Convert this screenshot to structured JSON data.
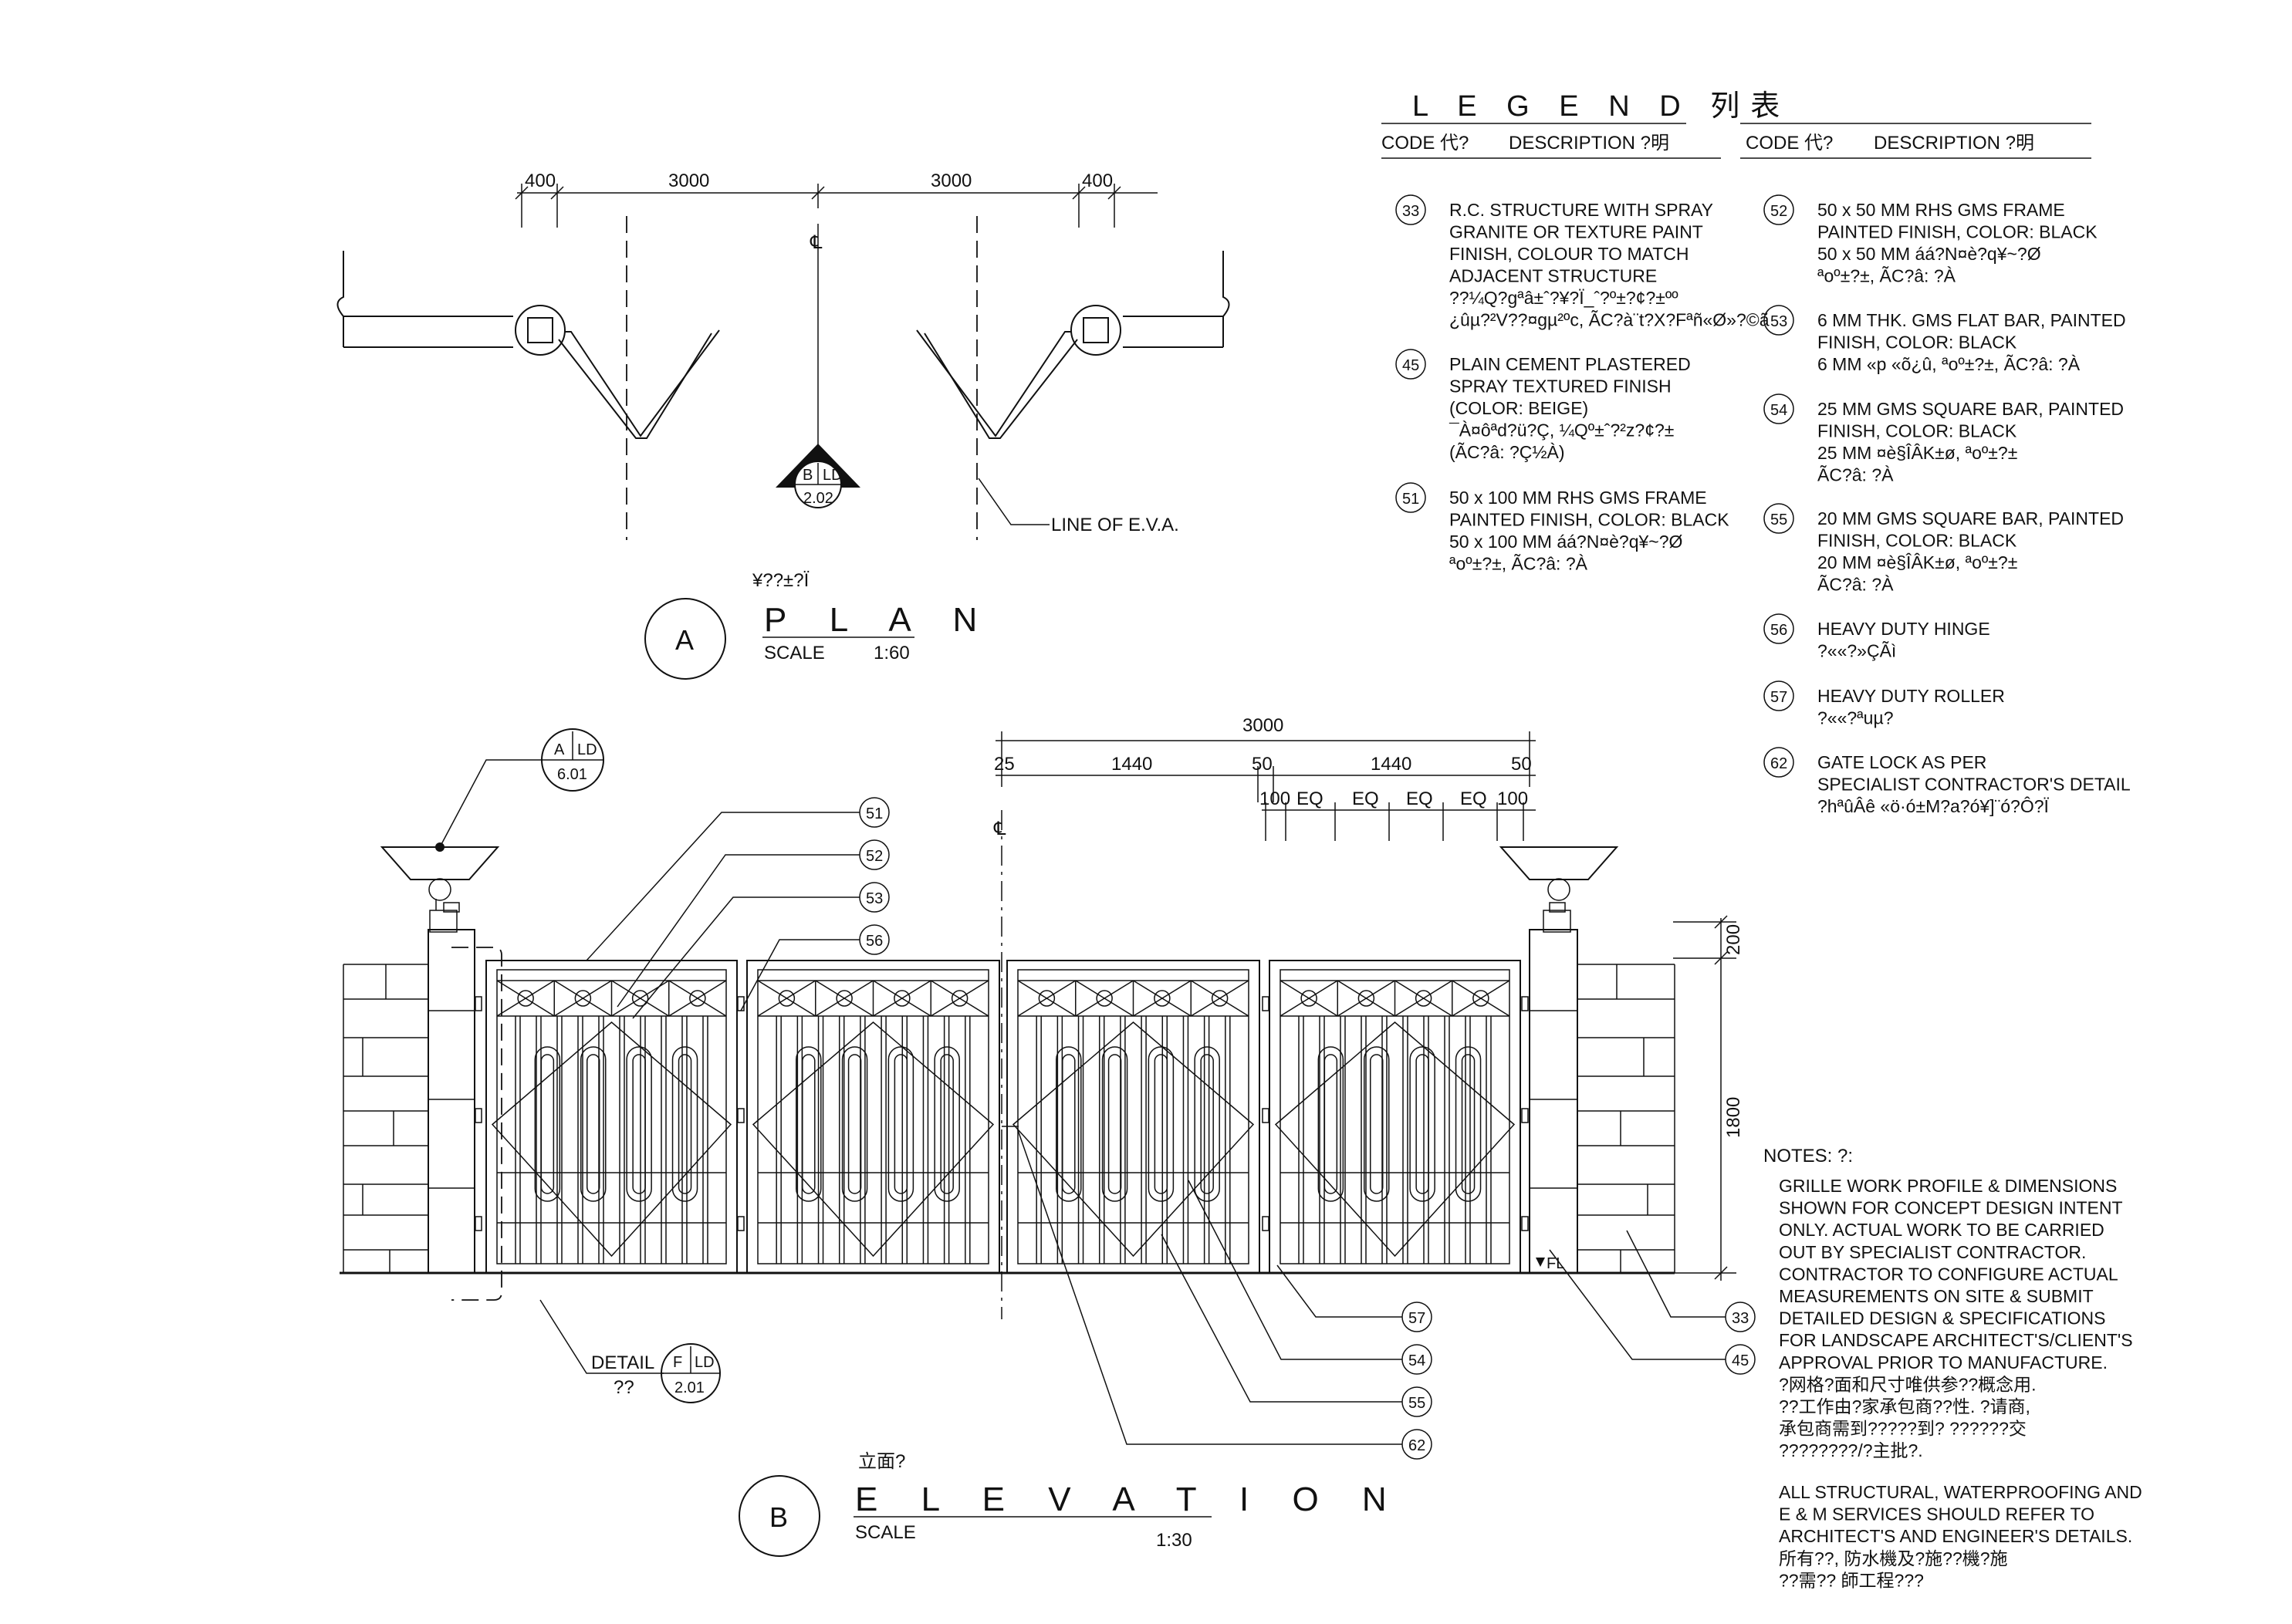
{
  "legend": {
    "title": "L E G E N D  列表",
    "headers": [
      {
        "code": "CODE 代?",
        "description": "DESCRIPTION  ?明"
      },
      {
        "code": "CODE 代?",
        "description": "DESCRIPTION  ?明"
      }
    ],
    "items": [
      {
        "code": "33",
        "lines": [
          "R.C. STRUCTURE WITH SPRAY",
          "GRANITE OR TEXTURE PAINT",
          "FINISH, COLOUR TO MATCH",
          "ADJACENT STRUCTURE",
          "??¼Q?gªâ±ˆ?¥?Ï_ˆ?º±?¢?±ºº",
          "¿ûµ?²V??¤gµ²ºc, ÃC?à¨t?X?Fªñ«Ø»?©ã"
        ]
      },
      {
        "code": "45",
        "lines": [
          "PLAIN CEMENT PLASTERED",
          "SPRAY TEXTURED FINISH",
          "(COLOR: BEIGE)",
          "¯À¤ôªd?ü?Ç, ¼Qº±ˆ?²z?¢?±",
          "(ÃC?â: ?Ç½À)"
        ]
      },
      {
        "code": "51",
        "lines": [
          "50 x 100 MM RHS GMS FRAME",
          "PAINTED FINISH, COLOR: BLACK",
          "50 x 100 MM  áá?N¤è?q¥~?Ø",
          "ªoº±?±, ÃC?â: ?À"
        ]
      },
      {
        "code": "52",
        "lines": [
          "50 x 50 MM RHS GMS FRAME",
          "PAINTED FINISH, COLOR: BLACK",
          "50 x 50 MM  áá?N¤è?q¥~?Ø",
          "ªoº±?±, ÃC?â: ?À"
        ]
      },
      {
        "code": "53",
        "lines": [
          "6 MM THK. GMS  FLAT BAR, PAINTED",
          "FINISH, COLOR: BLACK",
          "6 MM «p «õ¿û, ªoº±?±, ÃC?â: ?À"
        ]
      },
      {
        "code": "54",
        "lines": [
          "25 MM GMS SQUARE BAR, PAINTED",
          "FINISH, COLOR: BLACK",
          "25 MM ¤è§ÎÂK±ø, ªoº±?±",
          "ÃC?â: ?À"
        ]
      },
      {
        "code": "55",
        "lines": [
          "20 MM GMS SQUARE BAR, PAINTED",
          "FINISH, COLOR: BLACK",
          "20 MM ¤è§ÎÂK±ø, ªoº±?±",
          "ÃC?â: ?À"
        ]
      },
      {
        "code": "56",
        "lines": [
          "HEAVY DUTY HINGE",
          "?««?»ÇÃì"
        ]
      },
      {
        "code": "57",
        "lines": [
          "HEAVY DUTY ROLLER",
          "?««?ªuµ?"
        ]
      },
      {
        "code": "62",
        "lines": [
          "GATE LOCK AS PER",
          "SPECIALIST CONTRACTOR'S DETAIL",
          "?hªûÂê «ö·ó±M?a?ó¥]¨ó?Ô?Ï"
        ]
      }
    ]
  },
  "plan": {
    "dims": [
      "400",
      "3000",
      "3000",
      "400"
    ],
    "centerline": "℄",
    "section_marker": {
      "code": "B",
      "sheet_ref": "LD",
      "number": "2.02"
    },
    "eva_label": "LINE OF E.V.A.",
    "title_cn": "¥??±?Ï",
    "title": "P L A N",
    "scale_label": "SCALE",
    "scale": "1:60",
    "view_letter": "A"
  },
  "elevation": {
    "dims_top": {
      "overall": "3000",
      "parts": [
        "25",
        "1440",
        "50",
        "1440",
        "50"
      ],
      "sub": [
        "100",
        "EQ",
        "EQ",
        "EQ",
        "EQ",
        "100"
      ]
    },
    "dims_right": [
      "200",
      "1800"
    ],
    "centerline": "℄",
    "fl_label": "FL",
    "lamp_marker": {
      "code": "A",
      "sheet_ref": "LD",
      "number": "6.01"
    },
    "detail_label": "DETAIL",
    "detail_cn": "??",
    "detail_marker": {
      "code": "F",
      "sheet_ref": "LD",
      "number": "2.01"
    },
    "callouts_left": [
      "51",
      "52",
      "53",
      "56"
    ],
    "callouts_bottom": [
      "57",
      "54",
      "55",
      "62"
    ],
    "callouts_right": [
      "33",
      "45"
    ],
    "title_cn": "立面?",
    "title": "E L E V A T I O N",
    "scale_label": "SCALE",
    "scale": "1:30",
    "view_letter": "B"
  },
  "notes": {
    "heading": "NOTES:   ?:",
    "para1": [
      "GRILLE WORK PROFILE & DIMENSIONS",
      "SHOWN FOR CONCEPT DESIGN INTENT",
      "ONLY.  ACTUAL WORK TO BE CARRIED",
      "OUT BY SPECIALIST CONTRACTOR.",
      "CONTRACTOR TO CONFIGURE ACTUAL",
      "MEASUREMENTS ON SITE & SUBMIT",
      "DETAILED DESIGN & SPECIFICATIONS",
      "FOR LANDSCAPE ARCHITECT'S/CLIENT'S",
      "APPROVAL PRIOR TO MANUFACTURE.",
      "?网格?面和尺寸唯供参??概念用.",
      "??工作由?家承包商??性. ?请商,",
      "承包商需到?????到?  ??????交",
      "????????/?主批?."
    ],
    "para2": [
      "ALL STRUCTURAL, WATERPROOFING AND",
      "E & M SERVICES SHOULD REFER TO",
      "ARCHITECT'S AND ENGINEER'S DETAILS.",
      "所有??, 防水機及?施??機?施",
      "??需?? 師工程???"
    ]
  }
}
